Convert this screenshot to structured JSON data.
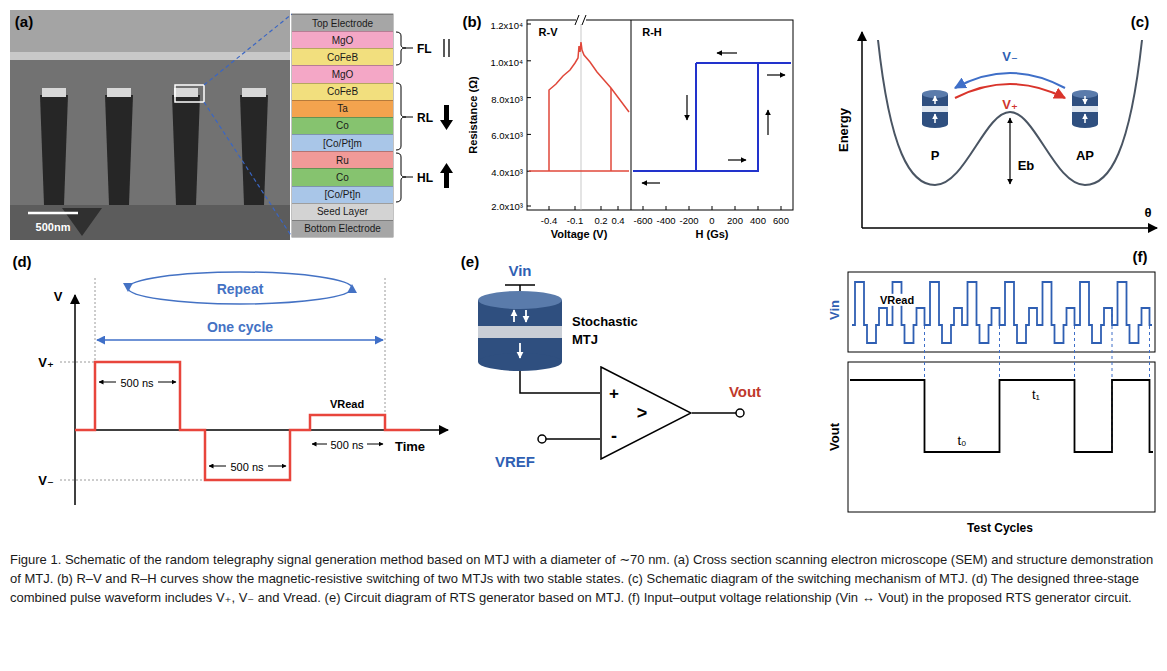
{
  "diagram": {
    "caption": "Figure 1. Schematic of the random telegraphy signal generation method based on MTJ with a diameter of ∼70 nm. (a) Cross section scanning electron microscope (SEM) and structure demonstration of MTJ. (b) R–V and R–H curves show the magnetic-resistive switching of two MTJs with two stable states. (c) Schematic diagram of the switching mechanism of MTJ. (d) The designed three-stage combined pulse waveform includes V₊, V₋ and Vread. (e) Circuit diagram of RTS generator based on MTJ. (f) Input–output voltage relationship (Vin ↔ Vout) in the proposed RTS generator circuit.",
    "nodes": [
      {
        "text": [
          "Top Electrode"
        ]
      },
      {
        "text": [
          "MgO"
        ]
      },
      {
        "text": [
          "CoFeB"
        ]
      },
      {
        "text": [
          "MgO"
        ]
      },
      {
        "text": [
          "CoFeB"
        ]
      },
      {
        "text": [
          "Ta"
        ]
      },
      {
        "text": [
          "Co"
        ]
      },
      {
        "text": [
          "[Co/Pt]m"
        ]
      },
      {
        "text": [
          "Ru"
        ]
      },
      {
        "text": [
          "Co"
        ]
      },
      {
        "text": [
          "[Co/Pt]n"
        ]
      },
      {
        "text": [
          "Seed Layer"
        ]
      },
      {
        "text": [
          "Bottom Electrode"
        ]
      },
      {
        "text": [
          "+",
          "-",
          ">"
        ]
      }
    ],
    "labels": [
      "(a)",
      "500nm",
      "FL",
      "RL",
      "HL",
      "(b)",
      "R-V",
      "R-H",
      "Resistance (Ω)",
      "1.2x10⁴",
      "1.0x10⁴",
      "8.0x10³",
      "6.0x10³",
      "4.0x10³",
      "2.0x10³",
      "-0.4",
      "-0.1",
      "0.2",
      "0.4",
      "Voltage (V)",
      "-600",
      "-400",
      "-200",
      "0",
      "200",
      "400",
      "600",
      "H (Gs)",
      "(c)",
      "Energy",
      "V₋",
      "V₊",
      "P",
      "AP",
      "Eb",
      "θ",
      "(d)",
      "Repeat",
      "One cycle",
      "V",
      "V₊",
      "500 ns",
      "500 ns",
      "VRead",
      "500 ns",
      "Time",
      "V₋",
      "(e)",
      "Vin",
      "Stochastic MTJ",
      "VREF",
      "Vout",
      "(f)",
      "Vin",
      "VRead",
      "Vout",
      "t₀",
      "t₁",
      "Test Cycles"
    ]
  }
}
